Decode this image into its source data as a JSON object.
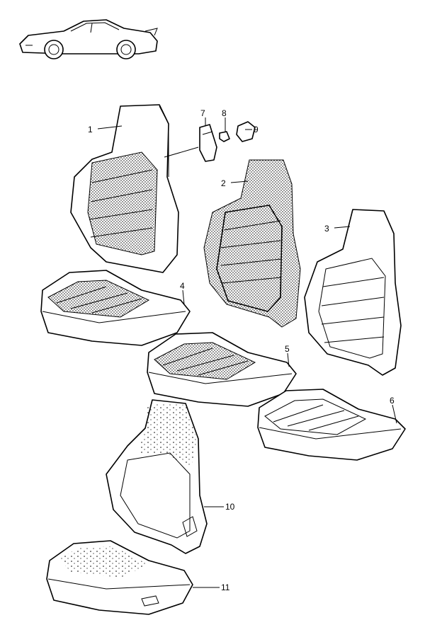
{
  "diagram": {
    "title_image": "car-thumbnail",
    "callouts": [
      {
        "id": "c1",
        "label": "1",
        "part": "seat-backrest-cover-a"
      },
      {
        "id": "c2",
        "label": "2",
        "part": "seat-backrest-cover-b"
      },
      {
        "id": "c3",
        "label": "3",
        "part": "seat-backrest-cover-c"
      },
      {
        "id": "c4",
        "label": "4",
        "part": "seat-cushion-cover-a"
      },
      {
        "id": "c5",
        "label": "5",
        "part": "seat-cushion-cover-b"
      },
      {
        "id": "c6",
        "label": "6",
        "part": "seat-cushion-cover-c"
      },
      {
        "id": "c7",
        "label": "7",
        "part": "adjuster-knob-housing"
      },
      {
        "id": "c8",
        "label": "8",
        "part": "clip"
      },
      {
        "id": "c9",
        "label": "9",
        "part": "knob-cap"
      },
      {
        "id": "c10",
        "label": "10",
        "part": "backrest-padding"
      },
      {
        "id": "c11",
        "label": "11",
        "part": "cushion-padding"
      }
    ]
  }
}
